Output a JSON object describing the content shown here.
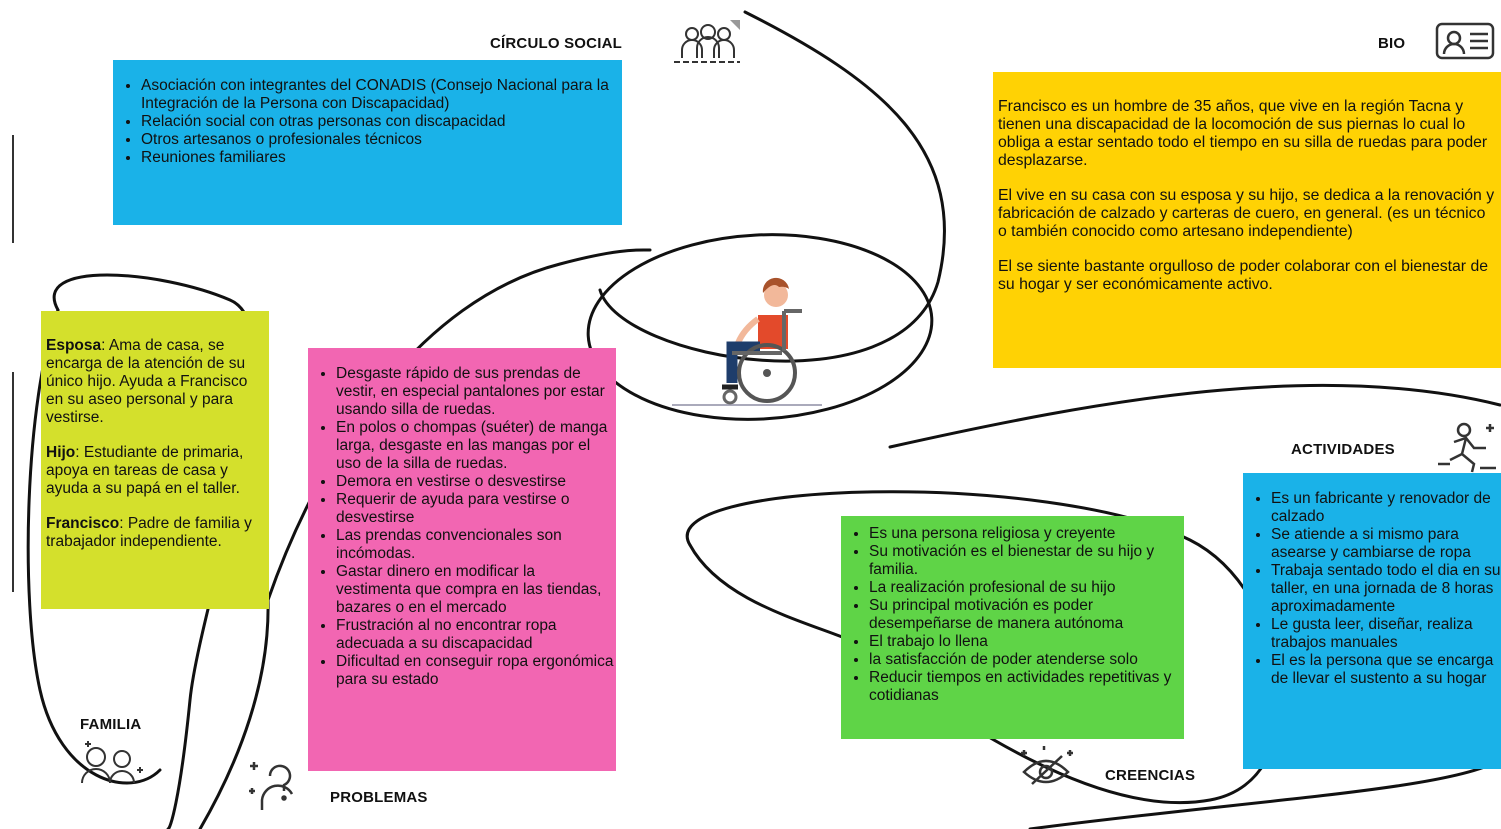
{
  "colors": {
    "blue": "#1ab2e8",
    "yellow": "#ffd204",
    "lime": "#d4e02c",
    "pink": "#f266b2",
    "green": "#5fd447"
  },
  "sections": {
    "circulo_social": {
      "heading": "CÍRCULO SOCIAL",
      "icon": "group-icon",
      "items": [
        "Asociación con integrantes del CONADIS (Consejo Nacional para la Integración de la Persona con Discapacidad)",
        "Relación social con otras personas con discapacidad",
        "Otros artesanos o profesionales técnicos",
        "Reuniones familiares"
      ]
    },
    "bio": {
      "heading": "BIO",
      "icon": "id-card-icon",
      "paragraphs": [
        "Francisco es un hombre de 35 años, que vive en la región Tacna y tienen una discapacidad de la locomoción de sus piernas lo cual lo obliga a estar sentado todo el tiempo en su silla de ruedas para poder desplazarse.",
        "El vive en su casa con su esposa y su hijo, se dedica a la renovación y fabricación de calzado y carteras de cuero, en general. (es un técnico o también conocido como artesano independiente)",
        "El se siente bastante orgulloso de poder colaborar con el bienestar de su hogar y ser económicamente activo."
      ]
    },
    "familia": {
      "heading": "FAMILIA",
      "icon": "family-icon",
      "entries": [
        {
          "label": "Esposa",
          "text": ": Ama de casa, se encarga de la atención de su único hijo. Ayuda a Francisco en su aseo personal y para vestirse."
        },
        {
          "label": "Hijo",
          "text": ": Estudiante de primaria, apoya en tareas de casa y ayuda a su papá en el taller."
        },
        {
          "label": "Francisco",
          "text": ": Padre de familia y trabajador independiente."
        }
      ]
    },
    "problemas": {
      "heading": "PROBLEMAS",
      "icon": "question-person-icon",
      "items": [
        "Desgaste rápido de sus prendas de vestir, en especial pantalones por estar usando silla de ruedas.",
        "En polos o chompas (suéter) de manga larga, desgaste en las mangas por el uso de la silla de ruedas.",
        "Demora en vestirse o desvestirse",
        "Requerir de ayuda para vestirse o desvestirse",
        "Las prendas convencionales son incómodas.",
        "Gastar dinero en modificar la vestimenta que compra en las tiendas, bazares o en el mercado",
        "Frustración al no encontrar ropa adecuada a su discapacidad",
        "Dificultad en conseguir ropa ergonómica para su estado"
      ]
    },
    "creencias": {
      "heading": "CREENCIAS",
      "icon": "crossed-eye-icon",
      "items": [
        "Es una persona religiosa y creyente",
        "Su motivación es el bienestar de su hijo y familia.",
        "La realización profesional de su hijo",
        "Su principal motivación es poder desempeñarse de manera autónoma",
        "El trabajo lo llena",
        "la satisfacción de poder atenderse solo",
        "Reducir tiempos en actividades repetitivas y cotidianas"
      ]
    },
    "actividades": {
      "heading": "ACTIVIDADES",
      "icon": "running-person-icon",
      "items": [
        "Es un fabricante y renovador de calzado",
        "Se atiende a si mismo para asearse y cambiarse de ropa",
        "Trabaja sentado todo el dia en su taller, en una jornada de 8 horas aproximadamente",
        "Le gusta leer, diseñar, realiza trabajos manuales",
        "El es la persona que se encarga de llevar el sustento a su hogar"
      ]
    }
  },
  "center": {
    "icon": "wheelchair-user-icon"
  }
}
